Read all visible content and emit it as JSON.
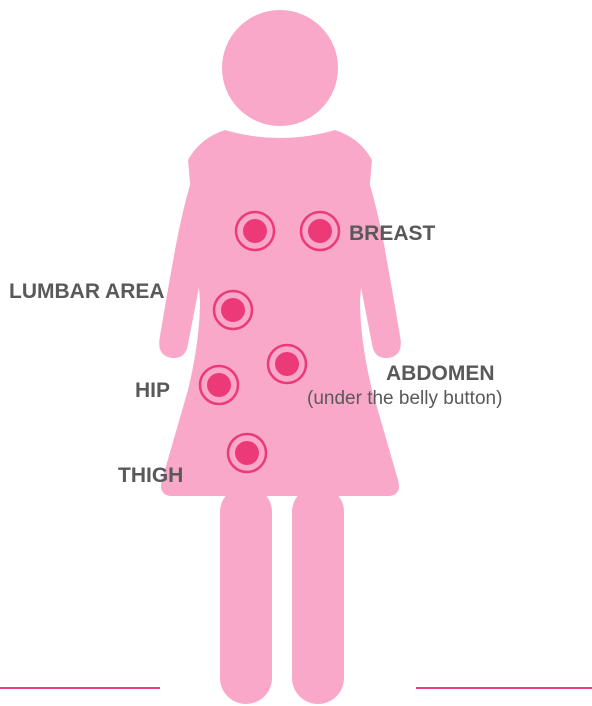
{
  "colors": {
    "body": "#f9a8c9",
    "marker_fill": "#ec3a78",
    "marker_ring": "#ec3a78",
    "baseline": "#e53d7e",
    "label_text": "#595959"
  },
  "labels": {
    "breast": "BREAST",
    "lumbar": "LUMBAR AREA",
    "abdomen": "ABDOMEN",
    "abdomen_note": "(under the belly button)",
    "hip": "HIP",
    "thigh": "THIGH"
  },
  "icons": {
    "figure": "woman-silhouette-icon",
    "marker": "injection-site-target-icon"
  }
}
